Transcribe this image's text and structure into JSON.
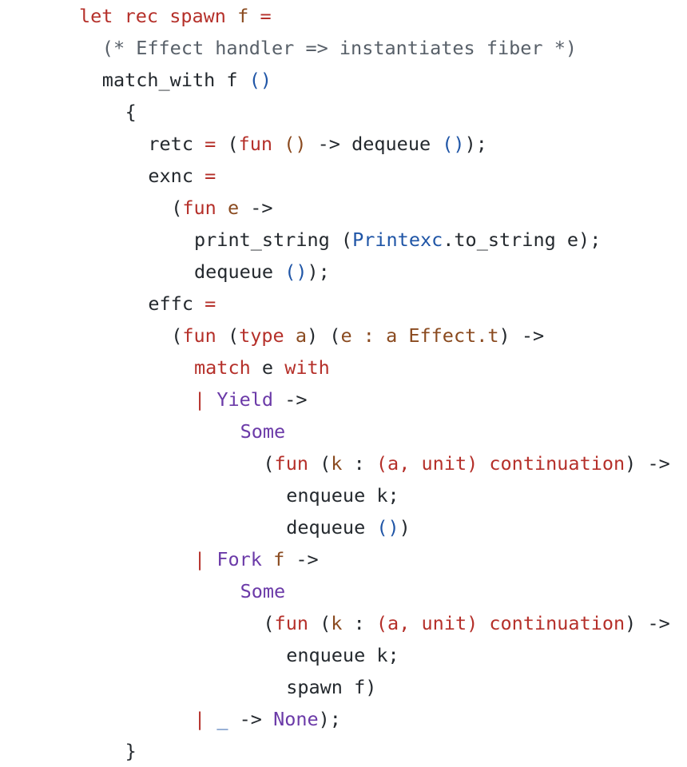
{
  "code_lines": [
    {
      "indent": 0,
      "tokens": [
        {
          "t": "let",
          "k": "kw"
        },
        {
          "t": " ",
          "k": "tx"
        },
        {
          "t": "rec",
          "k": "kw"
        },
        {
          "t": " ",
          "k": "tx"
        },
        {
          "t": "spawn",
          "k": "fn"
        },
        {
          "t": " ",
          "k": "tx"
        },
        {
          "t": "f",
          "k": "var"
        },
        {
          "t": " ",
          "k": "tx"
        },
        {
          "t": "=",
          "k": "op"
        }
      ]
    },
    {
      "indent": 1,
      "tokens": [
        {
          "t": "(* Effect handler => instantiates fiber *)",
          "k": "cm"
        }
      ]
    },
    {
      "indent": 1,
      "tokens": [
        {
          "t": "match_with f ",
          "k": "tx"
        },
        {
          "t": "()",
          "k": "pn"
        }
      ]
    },
    {
      "indent": 2,
      "tokens": [
        {
          "t": "{",
          "k": "tx"
        }
      ]
    },
    {
      "indent": 3,
      "tokens": [
        {
          "t": "retc",
          "k": "tx"
        },
        {
          "t": " ",
          "k": "tx"
        },
        {
          "t": "=",
          "k": "op"
        },
        {
          "t": " (",
          "k": "tx"
        },
        {
          "t": "fun",
          "k": "kw"
        },
        {
          "t": " ",
          "k": "tx"
        },
        {
          "t": "()",
          "k": "var"
        },
        {
          "t": " -> dequeue ",
          "k": "tx"
        },
        {
          "t": "()",
          "k": "pn"
        },
        {
          "t": ");",
          "k": "tx"
        }
      ]
    },
    {
      "indent": 3,
      "tokens": [
        {
          "t": "exnc",
          "k": "tx"
        },
        {
          "t": " ",
          "k": "tx"
        },
        {
          "t": "=",
          "k": "op"
        }
      ]
    },
    {
      "indent": 4,
      "tokens": [
        {
          "t": "(",
          "k": "tx"
        },
        {
          "t": "fun",
          "k": "kw"
        },
        {
          "t": " ",
          "k": "tx"
        },
        {
          "t": "e",
          "k": "var"
        },
        {
          "t": " ->",
          "k": "tx"
        }
      ]
    },
    {
      "indent": 5,
      "tokens": [
        {
          "t": "print_string (",
          "k": "tx"
        },
        {
          "t": "Printexc",
          "k": "mod"
        },
        {
          "t": ".to_string e);",
          "k": "tx"
        }
      ]
    },
    {
      "indent": 5,
      "tokens": [
        {
          "t": "dequeue ",
          "k": "tx"
        },
        {
          "t": "()",
          "k": "pn"
        },
        {
          "t": ");",
          "k": "tx"
        }
      ]
    },
    {
      "indent": 3,
      "tokens": [
        {
          "t": "effc",
          "k": "tx"
        },
        {
          "t": " ",
          "k": "tx"
        },
        {
          "t": "=",
          "k": "op"
        }
      ]
    },
    {
      "indent": 4,
      "tokens": [
        {
          "t": "(",
          "k": "tx"
        },
        {
          "t": "fun",
          "k": "kw"
        },
        {
          "t": " (",
          "k": "tx"
        },
        {
          "t": "type",
          "k": "kw"
        },
        {
          "t": " ",
          "k": "tx"
        },
        {
          "t": "a",
          "k": "var"
        },
        {
          "t": ") (",
          "k": "tx"
        },
        {
          "t": "e",
          "k": "var"
        },
        {
          "t": " : ",
          "k": "var"
        },
        {
          "t": "a Effect.t",
          "k": "var"
        },
        {
          "t": ") ->",
          "k": "tx"
        }
      ]
    },
    {
      "indent": 5,
      "tokens": [
        {
          "t": "match",
          "k": "kw"
        },
        {
          "t": " e ",
          "k": "tx"
        },
        {
          "t": "with",
          "k": "kw"
        }
      ]
    },
    {
      "indent": 5,
      "tokens": [
        {
          "t": "|",
          "k": "op"
        },
        {
          "t": " ",
          "k": "tx"
        },
        {
          "t": "Yield",
          "k": "ctor"
        },
        {
          "t": " ->",
          "k": "tx"
        }
      ]
    },
    {
      "indent": 7,
      "tokens": [
        {
          "t": "Some",
          "k": "ctor"
        }
      ]
    },
    {
      "indent": 8,
      "tokens": [
        {
          "t": "(",
          "k": "tx"
        },
        {
          "t": "fun",
          "k": "kw"
        },
        {
          "t": " (",
          "k": "tx"
        },
        {
          "t": "k",
          "k": "var"
        },
        {
          "t": " : ",
          "k": "tx"
        },
        {
          "t": "(a, unit) continuation",
          "k": "ty"
        },
        {
          "t": ") ->",
          "k": "tx"
        }
      ]
    },
    {
      "indent": 9,
      "tokens": [
        {
          "t": "enqueue k;",
          "k": "tx"
        }
      ]
    },
    {
      "indent": 9,
      "tokens": [
        {
          "t": "dequeue ",
          "k": "tx"
        },
        {
          "t": "()",
          "k": "pn"
        },
        {
          "t": ")",
          "k": "tx"
        }
      ]
    },
    {
      "indent": 5,
      "tokens": [
        {
          "t": "|",
          "k": "op"
        },
        {
          "t": " ",
          "k": "tx"
        },
        {
          "t": "Fork",
          "k": "ctor"
        },
        {
          "t": " ",
          "k": "tx"
        },
        {
          "t": "f",
          "k": "var"
        },
        {
          "t": " ->",
          "k": "tx"
        }
      ]
    },
    {
      "indent": 7,
      "tokens": [
        {
          "t": "Some",
          "k": "ctor"
        }
      ]
    },
    {
      "indent": 8,
      "tokens": [
        {
          "t": "(",
          "k": "tx"
        },
        {
          "t": "fun",
          "k": "kw"
        },
        {
          "t": " (",
          "k": "tx"
        },
        {
          "t": "k",
          "k": "var"
        },
        {
          "t": " : ",
          "k": "tx"
        },
        {
          "t": "(a, unit) continuation",
          "k": "ty"
        },
        {
          "t": ") ->",
          "k": "tx"
        }
      ]
    },
    {
      "indent": 9,
      "tokens": [
        {
          "t": "enqueue k;",
          "k": "tx"
        }
      ]
    },
    {
      "indent": 9,
      "tokens": [
        {
          "t": "spawn f)",
          "k": "tx"
        }
      ]
    },
    {
      "indent": 5,
      "tokens": [
        {
          "t": "|",
          "k": "op"
        },
        {
          "t": " ",
          "k": "tx"
        },
        {
          "t": "_",
          "k": "pn"
        },
        {
          "t": " -> ",
          "k": "tx"
        },
        {
          "t": "None",
          "k": "ctor"
        },
        {
          "t": ");",
          "k": "tx"
        }
      ]
    },
    {
      "indent": 2,
      "tokens": [
        {
          "t": "}",
          "k": "tx"
        }
      ]
    }
  ],
  "colors": {
    "keyword": "#b5302a",
    "variable": "#8a4a1f",
    "module": "#1f55a6",
    "constructor": "#6b3aa8",
    "comment": "#586069",
    "text": "#24292e",
    "background": "#ffffff"
  }
}
